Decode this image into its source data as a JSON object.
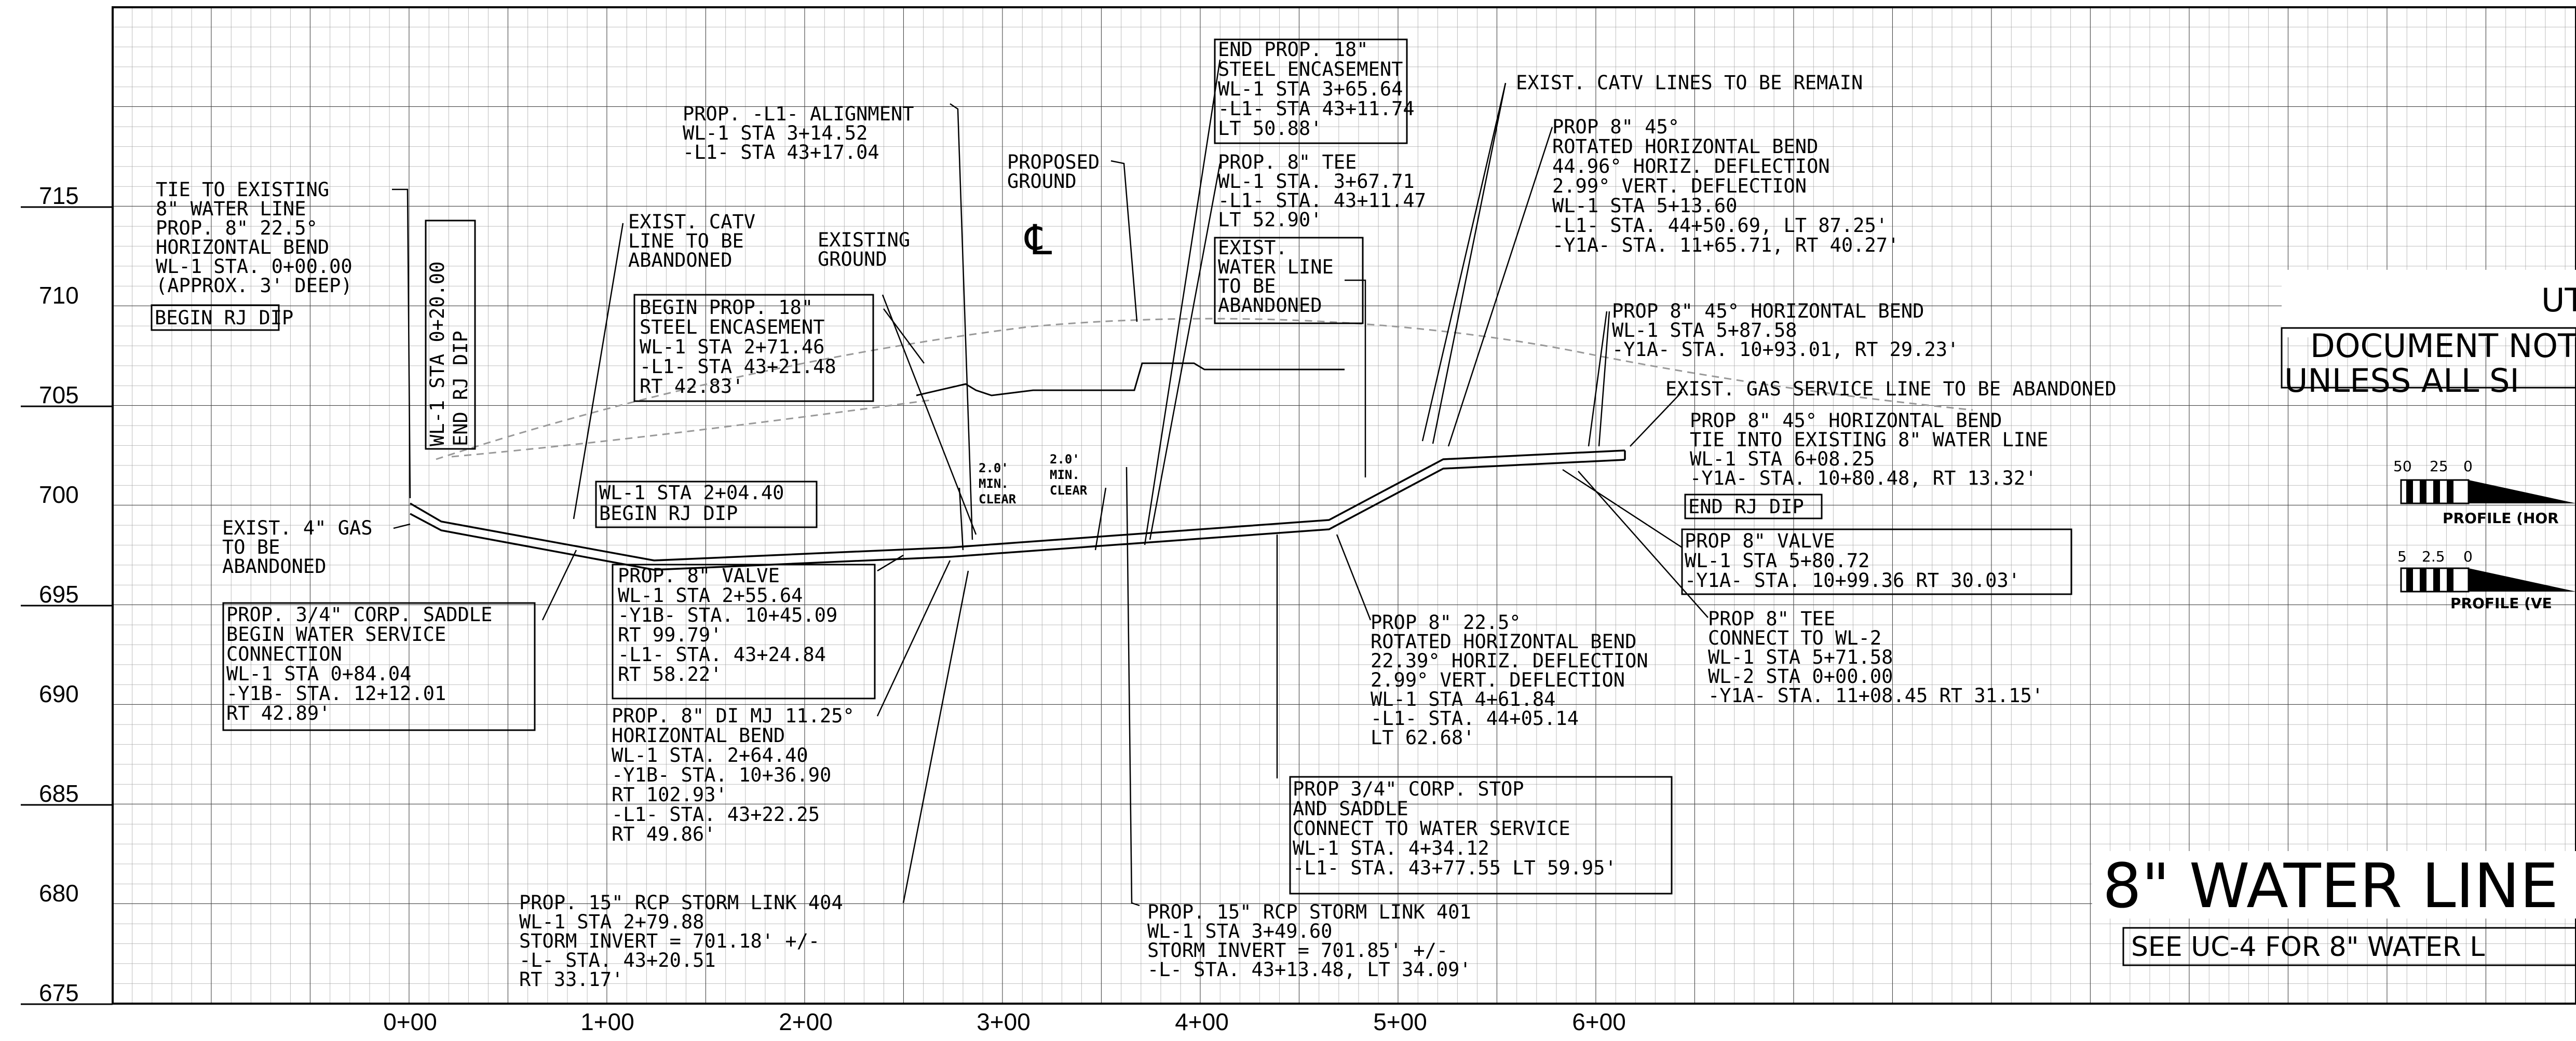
{
  "elevations": [
    "715",
    "710",
    "705",
    "700",
    "695",
    "690",
    "685",
    "680",
    "675"
  ],
  "stations": [
    "0+00",
    "1+00",
    "2+00",
    "3+00",
    "4+00",
    "5+00",
    "6+00"
  ],
  "centerline_symbol": "℄",
  "notes": {
    "tie_existing": [
      "TIE TO EXISTING",
      "8\" WATER LINE",
      "PROP. 8\" 22.5°",
      "HORIZONTAL BEND",
      "WL-1 STA. 0+00.00",
      "(APPROX. 3' DEEP)"
    ],
    "begin_rj_dip_1": "BEGIN RJ DIP",
    "vertical_label": "WL-1 STA 0+20.00",
    "vertical_label_2": "END RJ DIP",
    "exist_gas": [
      "EXIST. 4\" GAS",
      "TO BE",
      "ABANDONED"
    ],
    "corp_saddle": [
      "PROP. 3/4\" CORP. SADDLE",
      "BEGIN WATER SERVICE",
      "CONNECTION",
      "WL-1 STA 0+84.04",
      "-Y1B- STA. 12+12.01",
      "RT 42.89'"
    ],
    "prop_l1_alignment": [
      "PROP. -L1- ALIGNMENT",
      "WL-1 STA 3+14.52",
      "-L1- STA 43+17.04"
    ],
    "exist_catv_abandoned": [
      "EXIST. CATV",
      "LINE TO BE",
      "ABANDONED"
    ],
    "begin_encasement": [
      "BEGIN PROP. 18\"",
      "STEEL ENCASEMENT",
      "WL-1 STA 2+71.46",
      "-L1- STA 43+21.48",
      "RT 42.83'"
    ],
    "existing_ground": [
      "EXISTING",
      "GROUND"
    ],
    "proposed_ground": [
      "PROPOSED",
      "GROUND"
    ],
    "wl1_begin_rj": [
      "WL-1 STA 2+04.40",
      "BEGIN RJ DIP"
    ],
    "valve_1": [
      "PROP. 8\" VALVE",
      "WL-1 STA 2+55.64",
      "-Y1B- STA. 10+45.09",
      "RT 99.79'",
      "-L1- STA. 43+24.84",
      "RT 58.22'"
    ],
    "di_mj_bend": [
      "PROP. 8\" DI MJ 11.25°",
      "HORIZONTAL BEND",
      "WL-1 STA. 2+64.40",
      "-Y1B- STA. 10+36.90",
      "RT 102.93'",
      "-L1- STA. 43+22.25",
      "RT 49.86'"
    ],
    "storm_404": [
      "PROP. 15\" RCP STORM LINK 404",
      "WL-1 STA 2+79.88",
      "STORM INVERT = 701.18' +/-",
      "-L- STA. 43+20.51",
      "RT 33.17'"
    ],
    "clear_1": [
      "2.0'",
      "MIN.",
      "CLEAR"
    ],
    "clear_2": [
      "2.0'",
      "MIN.",
      "CLEAR"
    ],
    "end_encasement": [
      "END PROP. 18\"",
      "STEEL ENCASEMENT",
      "WL-1 STA 3+65.64",
      "-L1- STA 43+11.74",
      "LT 50.88'"
    ],
    "tee_1": [
      "PROP. 8\" TEE",
      "WL-1 STA. 3+67.71",
      "-L1- STA. 43+11.47",
      "LT 52.90'"
    ],
    "exist_water_abandoned": [
      "EXIST.",
      "WATER LINE",
      "TO BE",
      "ABANDONED"
    ],
    "storm_401": [
      "PROP. 15\" RCP STORM LINK 401",
      "WL-1 STA 3+49.60",
      "STORM INVERT = 701.85' +/-",
      "-L- STA. 43+13.48, LT 34.09'"
    ],
    "corp_stop": [
      "PROP 3/4\" CORP. STOP",
      "AND SADDLE",
      "CONNECT TO WATER SERVICE",
      "WL-1 STA. 4+34.12",
      "-L1- STA. 43+77.55 LT 59.95'"
    ],
    "bend_22": [
      "PROP 8\" 22.5°",
      "ROTATED HORIZONTAL BEND",
      "22.39° HORIZ. DEFLECTION",
      "2.99° VERT. DEFLECTION",
      "WL-1 STA 4+61.84",
      "-L1- STA. 44+05.14",
      "LT 62.68'"
    ],
    "exist_catv_remain": "EXIST. CATV LINES TO BE REMAIN",
    "bend_45_rot": [
      "PROP 8\" 45°",
      "ROTATED HORIZONTAL BEND",
      "44.96° HORIZ. DEFLECTION",
      "2.99° VERT. DEFLECTION",
      "WL-1 STA 5+13.60",
      "-L1- STA. 44+50.69, LT 87.25'",
      "-Y1A- STA. 11+65.71, RT 40.27'"
    ],
    "bend_45_hb": [
      "PROP 8\" 45° HORIZONTAL BEND",
      "WL-1 STA 5+87.58",
      "-Y1A- STA. 10+93.01, RT 29.23'"
    ],
    "exist_gas_service": "EXIST. GAS SERVICE LINE TO BE ABANDONED",
    "tie_into": [
      "PROP 8\" 45° HORIZONTAL BEND",
      "TIE INTO EXISTING 8\" WATER LINE",
      "WL-1 STA 6+08.25",
      "-Y1A- STA. 10+80.48, RT 13.32'"
    ],
    "end_rj_dip": "END RJ DIP",
    "valve_2": [
      "PROP 8\" VALVE",
      "WL-1 STA 5+80.72",
      "-Y1A- STA. 10+99.36 RT 30.03'"
    ],
    "tee_2": [
      "PROP 8\" TEE",
      "CONNECT TO WL-2",
      "WL-1 STA 5+71.58",
      "WL-2 STA 0+00.00",
      "-Y1A- STA. 11+08.45 RT 31.15'"
    ]
  },
  "title_block": {
    "heading": "UT",
    "document_line_1": "DOCUMENT NOT",
    "document_line_2": "UNLESS ALL SI",
    "title": "8\" WATER LINE",
    "see_note": "SEE UC-4 FOR 8\" WATER L"
  },
  "scales": {
    "horizontal_ticks": [
      "50",
      "25",
      "0"
    ],
    "horizontal_label": "PROFILE (HOR",
    "vertical_ticks": [
      "5",
      "2.5",
      "0"
    ],
    "vertical_label": "PROFILE (VE"
  }
}
